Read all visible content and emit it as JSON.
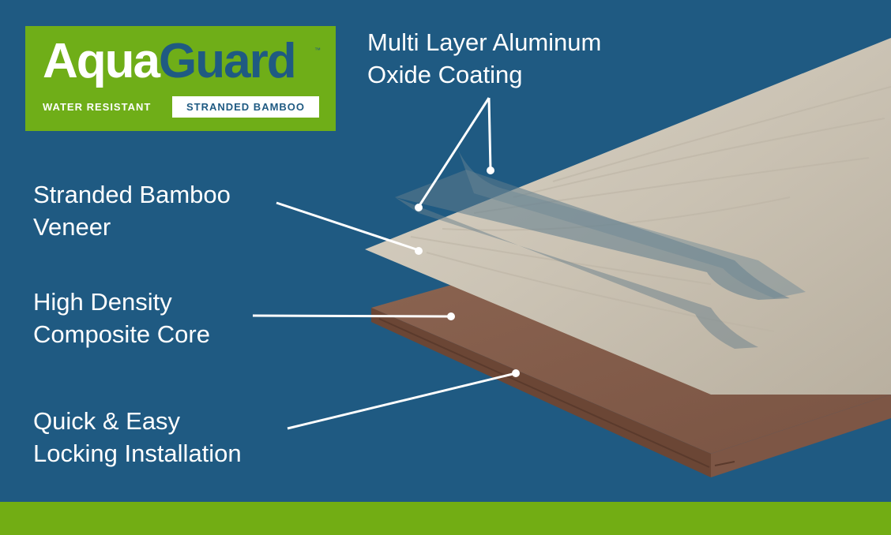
{
  "colors": {
    "background": "#1f5a82",
    "brand_green": "#6fae18",
    "label_text": "#ffffff"
  },
  "logo": {
    "word_part1": "Aqua",
    "word_part2": "Guard",
    "trademark": "™",
    "subtitle_left": "WATER RESISTANT",
    "subtitle_right": "STRANDED BAMBOO"
  },
  "labels": {
    "coating": {
      "line1": "Multi Layer Aluminum",
      "line2": "Oxide Coating"
    },
    "veneer": {
      "line1": "Stranded Bamboo",
      "line2": "Veneer"
    },
    "core": {
      "line1": "High Density",
      "line2": "Composite Core"
    },
    "locking": {
      "line1": "Quick & Easy",
      "line2": "Locking Installation"
    }
  }
}
